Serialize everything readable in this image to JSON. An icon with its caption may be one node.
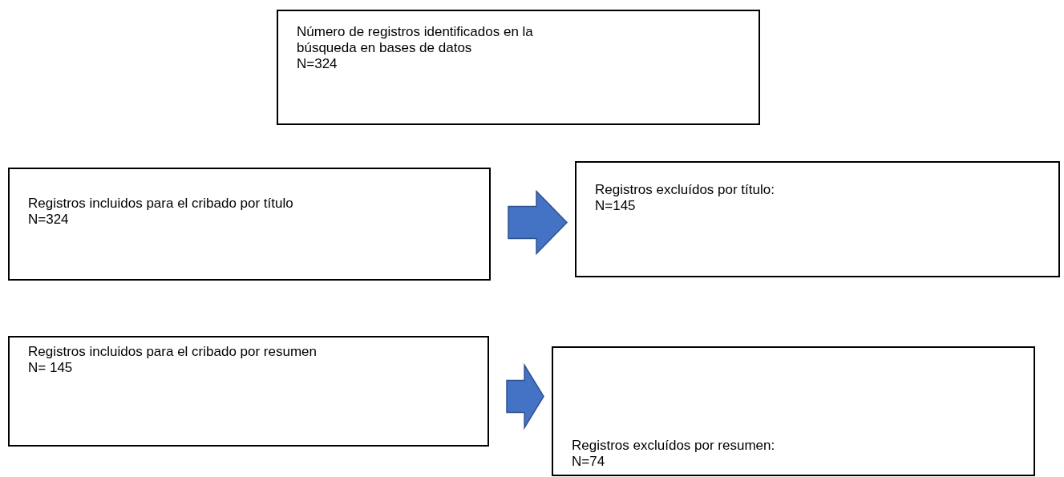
{
  "diagram": {
    "nodes": [
      {
        "text": [
          "Número de registros identificados en la búsqueda en bases de datos",
          "N=324"
        ]
      },
      {
        "text": [
          "Registros incluidos para el cribado por título",
          "N=324"
        ]
      },
      {
        "text": [
          "Registros excluídos por título:",
          "N=145"
        ]
      },
      {
        "text": [
          "Registros incluidos para el cribado por resumen",
          "N= 145"
        ]
      },
      {
        "text": [
          "Registros excluídos por resumen:",
          "N=74"
        ]
      }
    ],
    "edges": [
      {
        "from": 1,
        "to": 2,
        "arrow": "to",
        "style": "thick",
        "color": "#4472c4"
      },
      {
        "from": 3,
        "to": 4,
        "arrow": "to",
        "style": "thick",
        "color": "#4472c4"
      }
    ]
  }
}
